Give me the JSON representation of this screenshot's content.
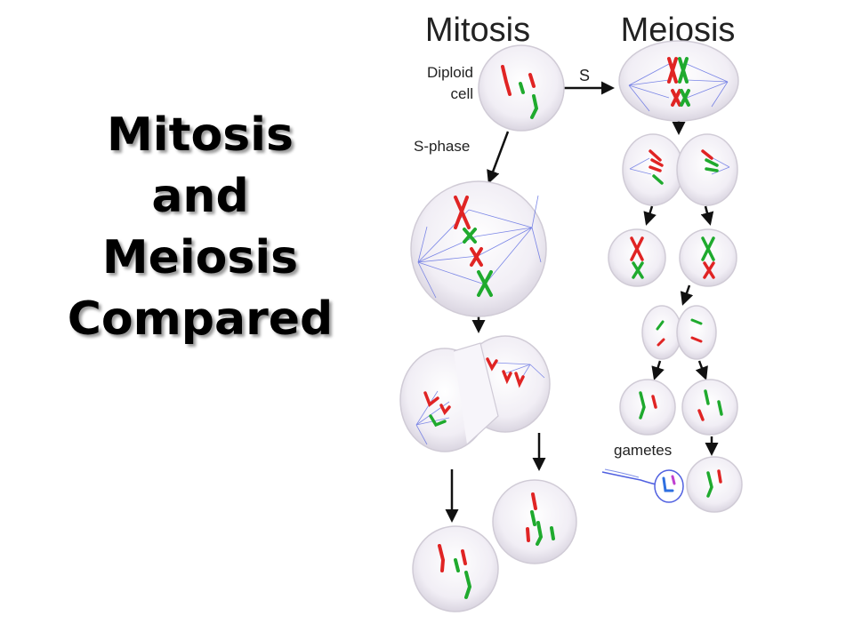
{
  "slide": {
    "title_lines": [
      "Mitosis",
      "and",
      "Meiosis",
      "Compared"
    ]
  },
  "figure": {
    "mitosis_heading": "Mitosis",
    "meiosis_heading": "Meiosis",
    "diploid_line1": "Diploid",
    "diploid_line2": "cell",
    "s_phase": "S-phase",
    "s_label": "S",
    "gametes": "gametes",
    "colors": {
      "maternal": "#e02424",
      "paternal": "#1faa2e",
      "spindle": "#5060e0",
      "sperm_a": "#c040d0",
      "sperm_b": "#2f6fe0"
    }
  }
}
